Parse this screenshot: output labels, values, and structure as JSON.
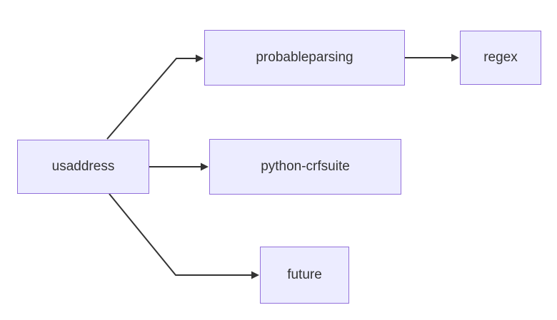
{
  "diagram": {
    "type": "dependency-graph",
    "nodes": [
      {
        "id": "usaddress",
        "label": "usaddress"
      },
      {
        "id": "probableparsing",
        "label": "probableparsing"
      },
      {
        "id": "python-crfsuite",
        "label": "python-crfsuite"
      },
      {
        "id": "regex",
        "label": "regex"
      },
      {
        "id": "future",
        "label": "future"
      }
    ],
    "edges": [
      {
        "from": "usaddress",
        "to": "probableparsing"
      },
      {
        "from": "usaddress",
        "to": "python-crfsuite"
      },
      {
        "from": "usaddress",
        "to": "future"
      },
      {
        "from": "probableparsing",
        "to": "regex"
      }
    ],
    "colors": {
      "node_fill": "#ECECFF",
      "node_border": "#9370DB",
      "edge": "#333333",
      "text": "#333333",
      "background": "#FFFFFF"
    }
  }
}
